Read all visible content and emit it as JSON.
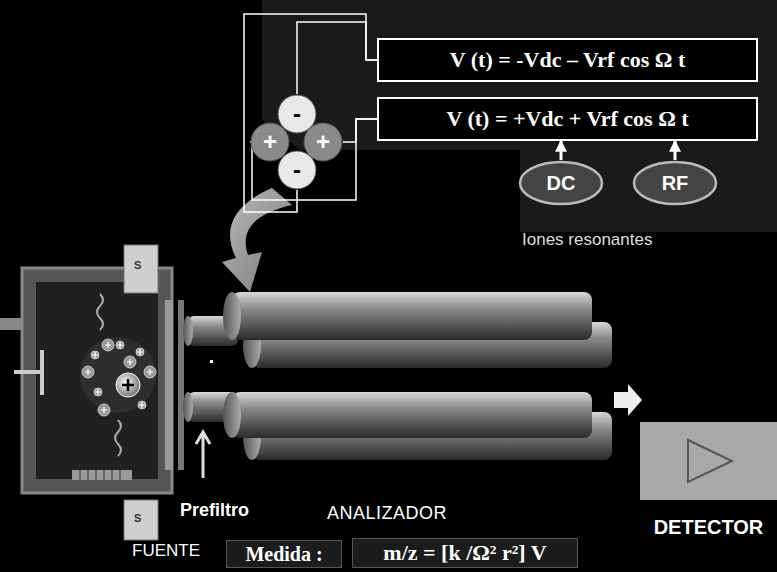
{
  "diagram": {
    "nodes": [
      {
        "text": [
          "V (t) = -Vdc – Vrf cos Ω t"
        ]
      },
      {
        "text": [
          "V (t) = +Vdc + Vrf cos Ω t"
        ]
      },
      {
        "text": [
          "DC"
        ]
      },
      {
        "text": [
          "RF"
        ]
      },
      {
        "text": [
          "-"
        ]
      },
      {
        "text": [
          "+"
        ]
      },
      {
        "text": [
          "+"
        ]
      },
      {
        "text": [
          "-"
        ]
      },
      {
        "text": [
          "DETECTOR"
        ]
      },
      {
        "text": [
          "Medida :"
        ]
      },
      {
        "text": [
          "m/z = [k /Ω² r²] V"
        ]
      }
    ],
    "edges": [
      {
        "from": 4,
        "to": 0,
        "arrow": "none"
      },
      {
        "from": 7,
        "to": 0,
        "arrow": "none"
      },
      {
        "from": 5,
        "to": 1,
        "arrow": "none"
      },
      {
        "from": 6,
        "to": 1,
        "arrow": "none"
      },
      {
        "from": 2,
        "to": 1,
        "arrow": "to"
      },
      {
        "from": 3,
        "to": 1,
        "arrow": "to"
      }
    ],
    "labels": [
      "Iones resonantes",
      "Prefiltro",
      "ANALIZADOR",
      "FUENTE",
      "S",
      "S"
    ]
  }
}
